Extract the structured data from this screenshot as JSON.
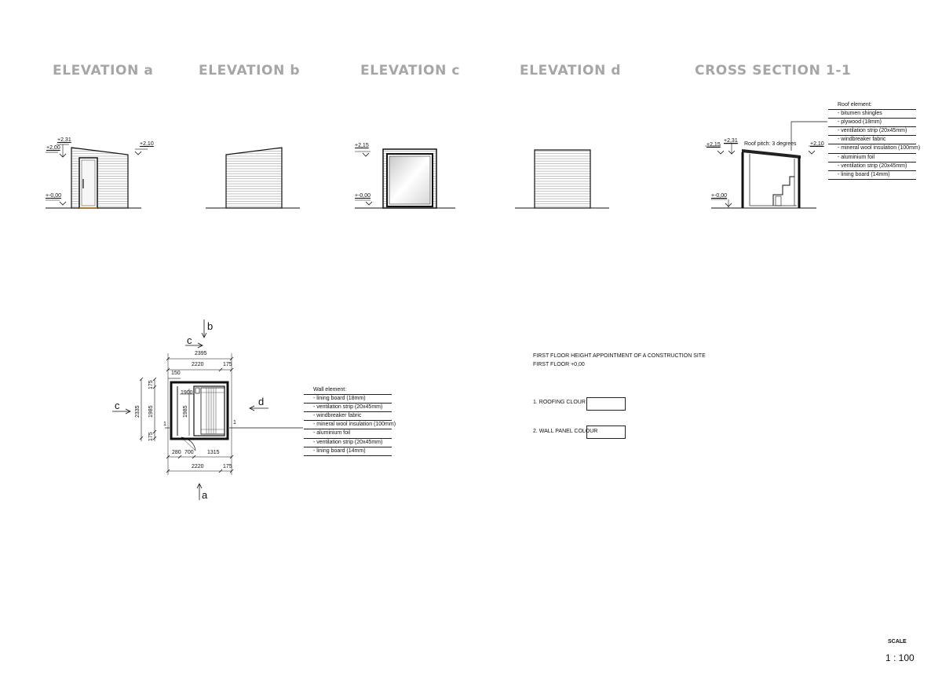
{
  "headings": {
    "elev_a": "ELEVATION  a",
    "elev_b": "ELEVATION  b",
    "elev_c": "ELEVATION  c",
    "elev_d": "ELEVATION  d",
    "section": "CROSS SECTION 1-1"
  },
  "levels": {
    "a_231": "+2,31",
    "a_200": "+2,00",
    "a_210": "+2,10",
    "a_000": "+-0,00",
    "c_215": "+2,15",
    "c_000": "+-0,00",
    "s_215": "+2,15",
    "s_231": "+2,31",
    "s_210": "+2,10",
    "s_000": "+-0,00"
  },
  "roof_pitch": "Roof pitch: 3 degrees",
  "roof_element": {
    "title": "Roof element:",
    "layers": [
      "- bitumen shingles",
      "- plywood (18mm)",
      "- ventilation strip (20x45mm)",
      "- windbreaker fabric",
      "- mineral wool insulation (100mm)",
      "- aluminium foil",
      "- ventilation strip (20x45mm)",
      "- lining board (14mm)"
    ]
  },
  "wall_element": {
    "title": "Wall element:",
    "layers": [
      "- lining board (18mm)",
      "- ventilation strip (20x45mm)",
      "- windbreaker fabric",
      "- mineral wool insulation (100mm)",
      "- aluminium foil",
      "- ventilation strip (20x45mm)",
      "- lining board (14mm)"
    ]
  },
  "plan": {
    "arrow_b": "b",
    "arrow_c_top": "c",
    "arrow_c_left": "c",
    "arrow_d": "d",
    "arrow_a": "a",
    "dim_2395": "2395",
    "dim_2220_top": "2220",
    "dim_175_top": "175",
    "dim_150": "150",
    "dim_1900": "1900",
    "dim_2335": "2335",
    "dim_1985_left": "1985",
    "dim_1985_inner": "1985",
    "dim_175_left_top": "175",
    "dim_175_left_bot": "175",
    "dim_280": "280",
    "dim_700": "700",
    "dim_1315": "1315",
    "dim_2220_bot": "2220",
    "dim_175_bot": "175",
    "sec_1_left": "1",
    "sec_1_right": "1"
  },
  "notes": {
    "line1": "FIRST  FLOOR  HEIGHT APPOINTMENT OF A CONSTRUCTION SITE",
    "line2": "FIRST FLOOR +0,00",
    "roofing": "1. ROOFING CLOUR",
    "wall": "2. WALL PANEL COLOUR"
  },
  "scale": {
    "label": "SCALE",
    "value": "1 : 100"
  }
}
